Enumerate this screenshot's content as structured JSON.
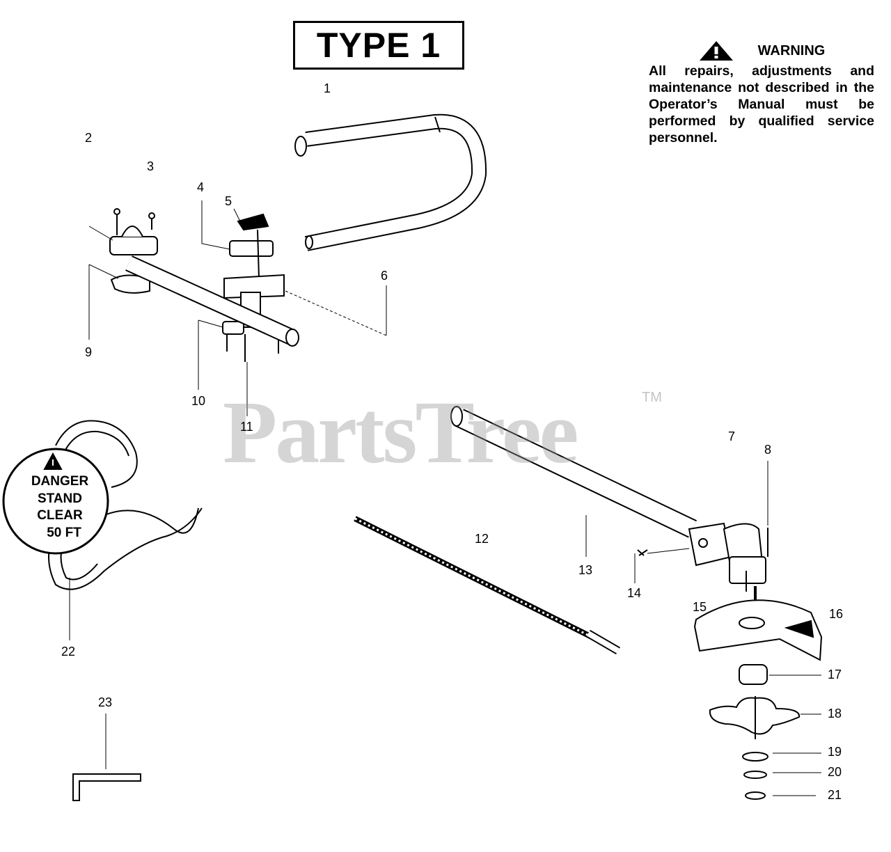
{
  "header": {
    "type_label": "TYPE 1"
  },
  "warning": {
    "title": "WARNING",
    "text": "All repairs, adjustments and maintenance not described in the Operator’s Manual must be performed by qualified service personnel."
  },
  "harness_label": {
    "lines": [
      "DANGER",
      "STAND",
      "CLEAR",
      "50 FT"
    ]
  },
  "watermark": {
    "text": "PartsTree",
    "tm": "TM"
  },
  "callouts": [
    "1",
    "2",
    "3",
    "4",
    "5",
    "6",
    "7",
    "8",
    "9",
    "10",
    "11",
    "12",
    "13",
    "14",
    "15",
    "16",
    "17",
    "18",
    "19",
    "20",
    "21",
    "22",
    "23"
  ]
}
